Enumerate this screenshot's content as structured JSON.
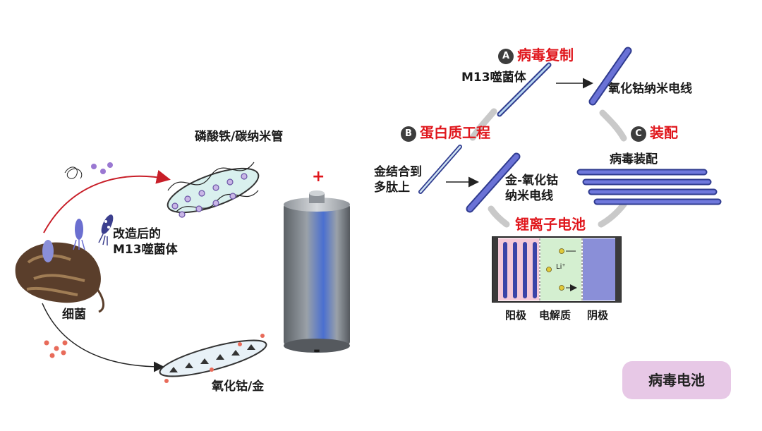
{
  "left": {
    "bacteria_label": "细菌",
    "modified_phage_label_line1": "改造后的",
    "modified_phage_label_line2": "M13噬菌体",
    "top_product_label": "磷酸铁/碳纳米管",
    "bottom_product_label": "氧化钴/金"
  },
  "battery": {
    "plus": "+",
    "minus": "-"
  },
  "right": {
    "step_a": {
      "letter": "A",
      "title": "病毒复制"
    },
    "step_b": {
      "letter": "B",
      "title": "蛋白质工程"
    },
    "step_c": {
      "letter": "C",
      "title": "装配"
    },
    "m13_label": "M13噬菌体",
    "cobalt_wire_label": "氧化钴纳米电线",
    "gold_binding_line1": "金结合到",
    "gold_binding_line2": "多肽上",
    "gold_cobalt_line1": "金-氧化钴",
    "gold_cobalt_line2": "纳米电线",
    "assembly_label": "病毒装配",
    "liion_title": "锂离子电池",
    "ion_label": "Li⁺",
    "anode_label": "阳极",
    "electrolyte_label": "电解质",
    "cathode_label": "阴极"
  },
  "badge_label": "病毒电池",
  "colors": {
    "accent_red": "#e0161c",
    "badge_bg": "#e7c8e6",
    "phage_blue": "#5b63c9"
  }
}
